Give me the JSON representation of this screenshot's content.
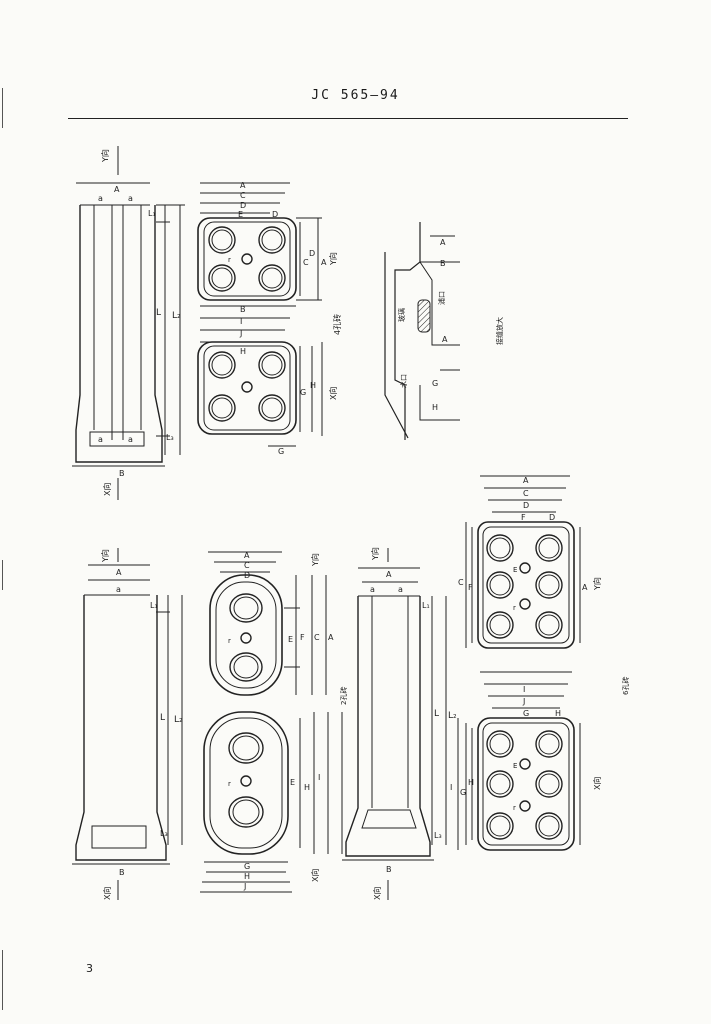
{
  "header": {
    "code": "JC 565—94"
  },
  "page_number": "3",
  "top_section": {
    "left_view": {
      "y_dir": "Y向",
      "x_dir": "X向",
      "labels": {
        "A": "A",
        "a": "a",
        "L1": "L₁",
        "L": "L",
        "L2": "L₂",
        "L3": "L₃",
        "B": "B"
      }
    },
    "plan_y": {
      "A": "A",
      "C": "C",
      "D": "D",
      "E": "E",
      "r": "r",
      "y_dir": "Y向"
    },
    "plan_x": {
      "B": "B",
      "I": "I",
      "J": "J",
      "H": "H",
      "G": "G",
      "x_dir": "X向",
      "four_hole": "4孔砖"
    },
    "joint_detail": {
      "labels": {
        "A": "A",
        "B": "B",
        "G": "G",
        "H": "H"
      },
      "text_glass": "玻璃",
      "text_mouth": "浦口",
      "text_water": "水口",
      "caption": "接缝放大"
    }
  },
  "bottom_left": {
    "elev": {
      "y_dir": "Y向",
      "x_dir": "X向",
      "labels": {
        "A": "A",
        "a": "a",
        "L1": "L₁",
        "L": "L",
        "L2": "L₂",
        "L3": "L₃",
        "B": "B"
      }
    },
    "plan": {
      "A": "A",
      "C": "C",
      "D": "D",
      "E": "E",
      "F": "F",
      "G": "G",
      "H": "H",
      "I": "I",
      "J": "J",
      "r": "r",
      "y_dir": "Y向",
      "x_dir": "X向",
      "two_hole": "2孔砖"
    }
  },
  "bottom_right": {
    "elev": {
      "y_dir": "Y向",
      "x_dir": "X向",
      "labels": {
        "A": "A",
        "a": "a",
        "L1": "L₁",
        "L": "L",
        "L2": "L₂",
        "L3": "L₃",
        "B": "B"
      }
    },
    "plan": {
      "A": "A",
      "C": "C",
      "D": "D",
      "E": "E",
      "F": "F",
      "G": "G",
      "H": "H",
      "I": "I",
      "J": "J",
      "r": "r",
      "y_dir": "Y向",
      "x_dir": "X向",
      "six_hole": "6孔砖"
    }
  },
  "colors": {
    "ink": "#222222",
    "paper": "#fbfbf8"
  }
}
